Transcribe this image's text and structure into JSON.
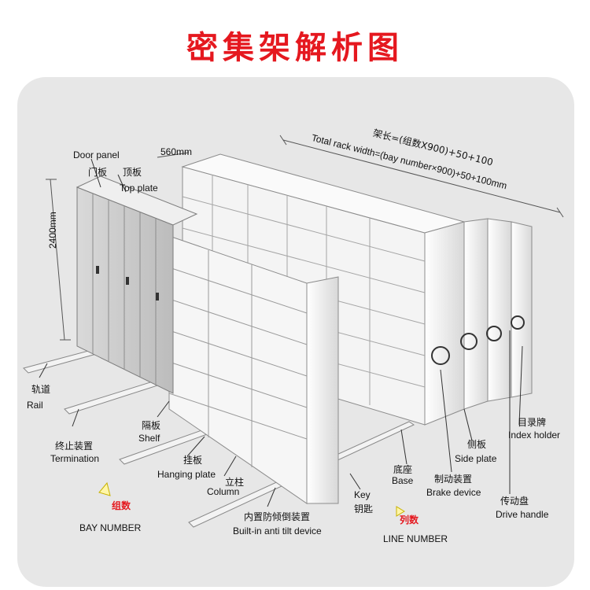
{
  "title": "密集架解析图",
  "dimensions": {
    "height": "2400mm",
    "depth": "560mm",
    "length_cn": "架长=(组数X900)+50+100",
    "length_en": "Total rack width=(bay number×900)+50+100mm"
  },
  "labels": {
    "door_panel_en": "Door panel",
    "door_panel_cn": "门板",
    "top_plate_cn": "顶板",
    "top_plate_en": "Top plate",
    "rail_cn": "轨道",
    "rail_en": "Rail",
    "termination_cn": "终止装置",
    "termination_en": "Termination",
    "shelf_cn": "隔板",
    "shelf_en": "Shelf",
    "hanging_cn": "挂板",
    "hanging_en": "Hanging plate",
    "column_cn": "立柱",
    "column_en": "Column",
    "antitilt_cn": "内置防倾倒装置",
    "antitilt_en": "Built-in anti tilt device",
    "key_en": "Key",
    "key_cn": "钥匙",
    "base_cn": "底座",
    "base_en": "Base",
    "brake_cn": "制动装置",
    "brake_en": "Brake device",
    "side_cn": "侧板",
    "side_en": "Side plate",
    "drive_cn": "传动盘",
    "drive_en": "Drive handle",
    "index_cn": "目录牌",
    "index_en": "Index holder",
    "bay_cn": "组数",
    "bay_en": "BAY NUMBER",
    "line_cn": "列数",
    "line_en": "LINE NUMBER"
  },
  "colors": {
    "title": "#e5181f",
    "panel": "#e7e7e7",
    "metal": "#f2f2f2",
    "metal_shade": "#d2d2d2",
    "outline": "#8c8c8c"
  }
}
